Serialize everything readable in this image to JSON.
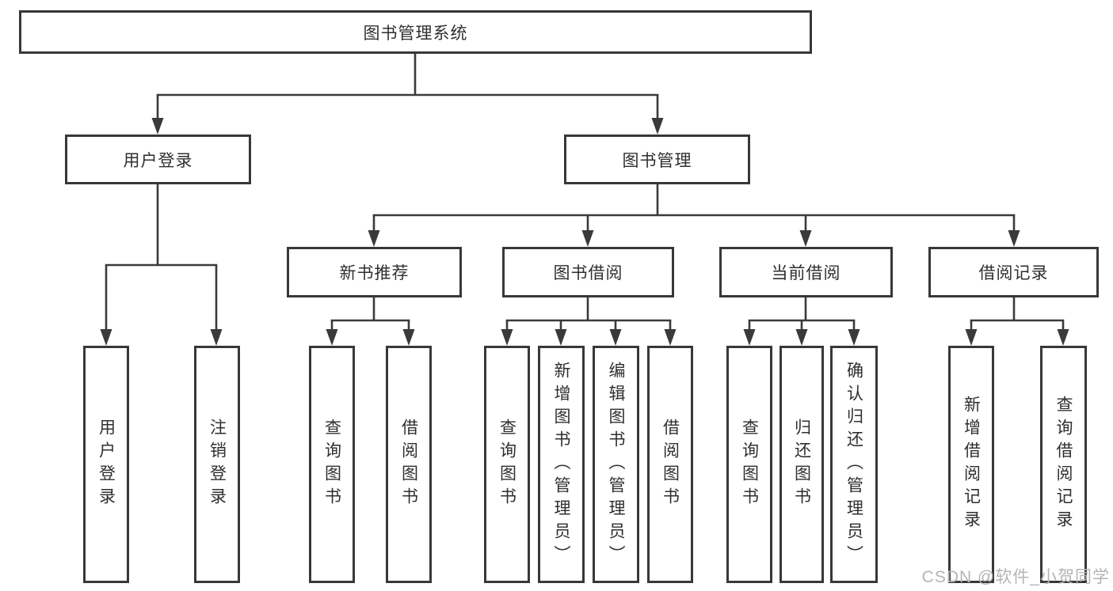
{
  "title": {
    "label": "图书管理系统"
  },
  "level2": {
    "user_login": "用户登录",
    "book_mgmt": "图书管理"
  },
  "level3": {
    "new_book": "新书推荐",
    "book_borrow": "图书借阅",
    "current_borrow": "当前借阅",
    "borrow_record": "借阅记录"
  },
  "leaves": {
    "ul_login": "用户登录",
    "ul_logout": "注销登录",
    "nb_query": "查询图书",
    "nb_borrow": "借阅图书",
    "bb_query": "查询图书",
    "bb_add": "新增图书（管理员）",
    "bb_edit": "编辑图书（管理员）",
    "bb_borrow": "借阅图书",
    "cb_query": "查询图书",
    "cb_return": "归还图书",
    "cb_confirm": "确认归还（管理员）",
    "br_add": "新增借阅记录",
    "br_query": "查询借阅记录"
  },
  "watermark": "CSDN @软件_小贺同学",
  "colors": {
    "line": "#3a3a3a",
    "border": "#383838",
    "text": "#2f2f2f",
    "watermark": "#b5b5b5",
    "background": "#ffffff"
  }
}
